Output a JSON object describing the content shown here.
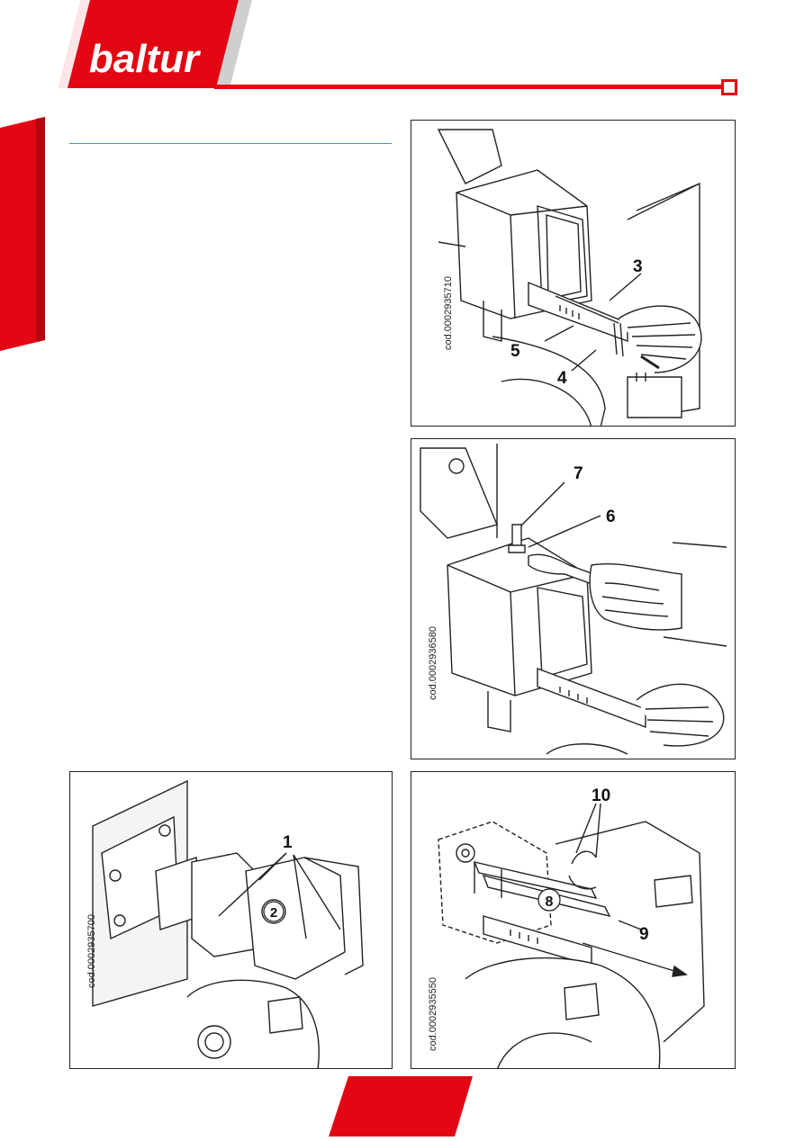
{
  "brand": {
    "logo_text": "baltur",
    "colors": {
      "brand_red": "#e30613",
      "accent_blue": "#3b93d6"
    }
  },
  "figures": [
    {
      "code": "cod.0002935710",
      "callouts": [
        "3",
        "5",
        "4"
      ]
    },
    {
      "code": "cod.0002936580",
      "callouts": [
        "7",
        "6"
      ]
    },
    {
      "code": "cod.0002935700",
      "callouts": [
        "1",
        "2"
      ]
    },
    {
      "code": "cod.0002935550",
      "callouts": [
        "10",
        "8",
        "9"
      ]
    }
  ]
}
